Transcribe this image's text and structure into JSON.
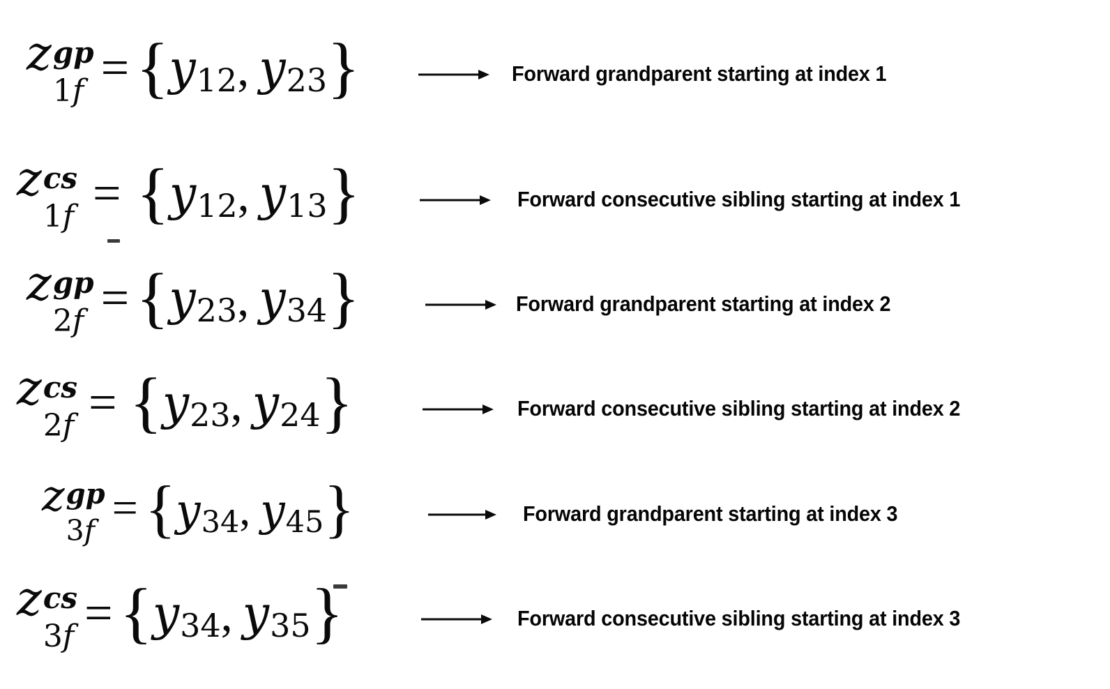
{
  "figure": {
    "type": "math-equation-list",
    "background_color": "#ffffff",
    "text_color": "#0a0a0a",
    "arrow_glyph": "long-rightarrow"
  },
  "rows": [
    {
      "id": "row-1",
      "equation": {
        "lhs_base": "z",
        "lhs_superscript": "gp",
        "lhs_subscript_index": "1",
        "lhs_subscript_direction": "f",
        "equals": "=",
        "open_brace": "{",
        "close_brace": "}",
        "comma": ",",
        "elements": [
          {
            "base": "y",
            "subscript": "12"
          },
          {
            "base": "y",
            "subscript": "23"
          }
        ],
        "plain": "z^{gp}_{1f} = {y_{12}, y_{23}}"
      },
      "label": "Forward grandparent starting at index 1"
    },
    {
      "id": "row-2",
      "equation": {
        "lhs_base": "z",
        "lhs_superscript": "cs",
        "lhs_subscript_index": "1",
        "lhs_subscript_direction": "f",
        "equals": "=",
        "open_brace": "{",
        "close_brace": "}",
        "comma": ",",
        "elements": [
          {
            "base": "y",
            "subscript": "12"
          },
          {
            "base": "y",
            "subscript": "13"
          }
        ],
        "plain": "z^{cs}_{1f} = {y_{12}, y_{13}}"
      },
      "label": "Forward consecutive sibling starting at index 1"
    },
    {
      "id": "row-3",
      "equation": {
        "lhs_base": "z",
        "lhs_superscript": "gp",
        "lhs_subscript_index": "2",
        "lhs_subscript_direction": "f",
        "equals": "=",
        "open_brace": "{",
        "close_brace": "}",
        "comma": ",",
        "elements": [
          {
            "base": "y",
            "subscript": "23"
          },
          {
            "base": "y",
            "subscript": "34"
          }
        ],
        "plain": "z^{gp}_{2f} = {y_{23}, y_{34}}"
      },
      "label": "Forward grandparent starting at index 2"
    },
    {
      "id": "row-4",
      "equation": {
        "lhs_base": "z",
        "lhs_superscript": "cs",
        "lhs_subscript_index": "2",
        "lhs_subscript_direction": "f",
        "equals": "=",
        "open_brace": "{",
        "close_brace": "}",
        "comma": ",",
        "elements": [
          {
            "base": "y",
            "subscript": "23"
          },
          {
            "base": "y",
            "subscript": "24"
          }
        ],
        "plain": "z^{cs}_{2f} = {y_{23}, y_{24}}"
      },
      "label": "Forward consecutive sibling starting at index 2"
    },
    {
      "id": "row-5",
      "equation": {
        "lhs_base": "z",
        "lhs_superscript": "gp",
        "lhs_subscript_index": "3",
        "lhs_subscript_direction": "f",
        "equals": "=",
        "open_brace": "{",
        "close_brace": "}",
        "comma": ",",
        "elements": [
          {
            "base": "y",
            "subscript": "34"
          },
          {
            "base": "y",
            "subscript": "45"
          }
        ],
        "plain": "z^{gp}_{3f} = {y_{34}, y_{45}}"
      },
      "label": "Forward grandparent starting at index 3"
    },
    {
      "id": "row-6",
      "equation": {
        "lhs_base": "z",
        "lhs_superscript": "cs",
        "lhs_subscript_index": "3",
        "lhs_subscript_direction": "f",
        "equals": "=",
        "open_brace": "{",
        "close_brace": "}",
        "comma": ",",
        "elements": [
          {
            "base": "y",
            "subscript": "34"
          },
          {
            "base": "y",
            "subscript": "35"
          }
        ],
        "plain": "z^{cs}_{3f} = {y_{34}, y_{35}}"
      },
      "label": "Forward consecutive sibling starting at index 3"
    }
  ]
}
